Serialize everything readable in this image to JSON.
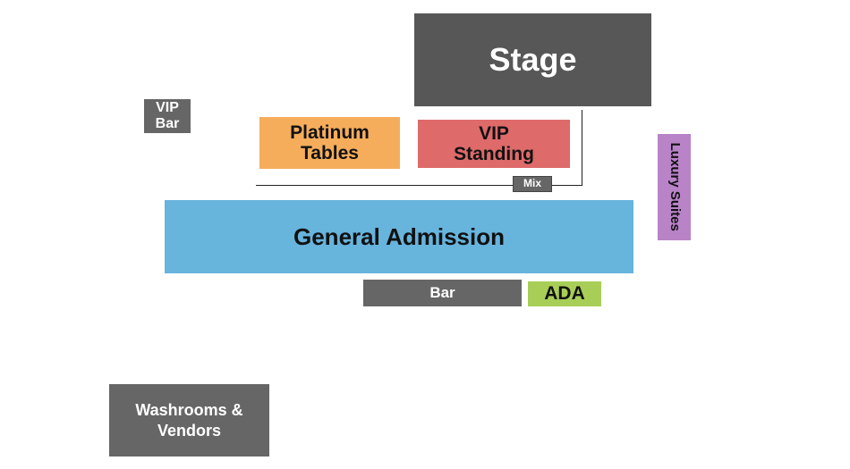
{
  "venue_map": {
    "sections": {
      "stage": {
        "label": "Stage",
        "color": "#575757",
        "text_color": "#ffffff"
      },
      "vip_bar": {
        "label": "VIP\nBar",
        "color": "#666666",
        "text_color": "#ffffff"
      },
      "platinum_tables": {
        "label": "Platinum\nTables",
        "color": "#f5ad5c",
        "text_color": "#111111"
      },
      "vip_standing": {
        "label": "VIP\nStanding",
        "color": "#de6a6a",
        "text_color": "#111111"
      },
      "luxury_suites": {
        "label": "Luxury Suites",
        "color": "#b883c7",
        "text_color": "#111111"
      },
      "mix": {
        "label": "Mix",
        "color": "#666666",
        "text_color": "#ffffff"
      },
      "general_admission": {
        "label": "General Admission",
        "color": "#67b4dd",
        "text_color": "#111111"
      },
      "bar": {
        "label": "Bar",
        "color": "#666666",
        "text_color": "#ffffff"
      },
      "ada": {
        "label": "ADA",
        "color": "#a8ce57",
        "text_color": "#111111"
      },
      "washrooms_vendors": {
        "label": "Washrooms &\nVendors",
        "color": "#666666",
        "text_color": "#ffffff"
      }
    },
    "rail_color": "#222222"
  }
}
